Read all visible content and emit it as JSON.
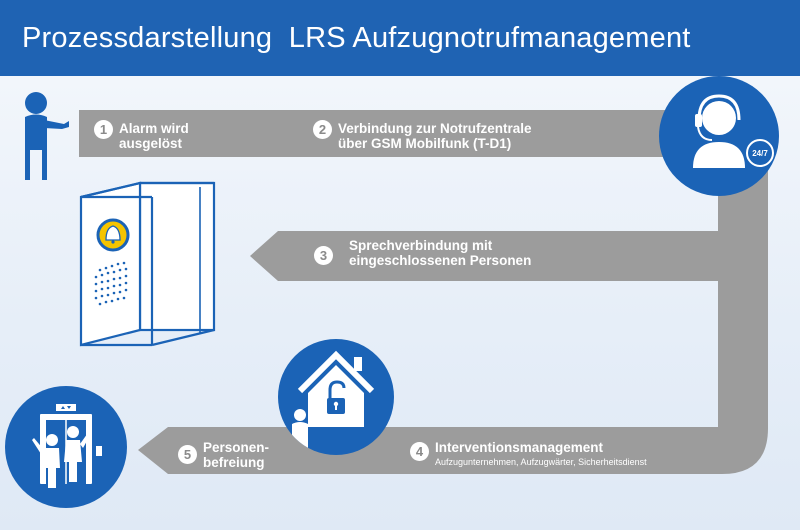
{
  "header": {
    "title": "Prozessdarstellung  LRS Aufzugnotrufmanagement"
  },
  "steps": [
    {
      "number": "1",
      "line1": "Alarm wird",
      "line2": "ausgelöst"
    },
    {
      "number": "2",
      "line1": "Verbindung zur Notrufzentrale",
      "line2": "über GSM Mobilfunk (T-D1)"
    },
    {
      "number": "3",
      "line1": "Sprechverbindung mit",
      "line2": "eingeschlossenen Personen"
    },
    {
      "number": "4",
      "line1": "Interventionsmanagement",
      "line2": "Aufzugunternehmen, Aufzugwärter, Sicherheitsdienst"
    },
    {
      "number": "5",
      "line1": "Personen-",
      "line2": "befreiung"
    }
  ],
  "icons": {
    "call_center_badge": "24/7"
  },
  "colors": {
    "header_blue": "#1f63b3",
    "icon_blue": "#1b63b6",
    "arrow_gray": "#9c9c9c",
    "alarm_yellow": "#f5c400"
  }
}
